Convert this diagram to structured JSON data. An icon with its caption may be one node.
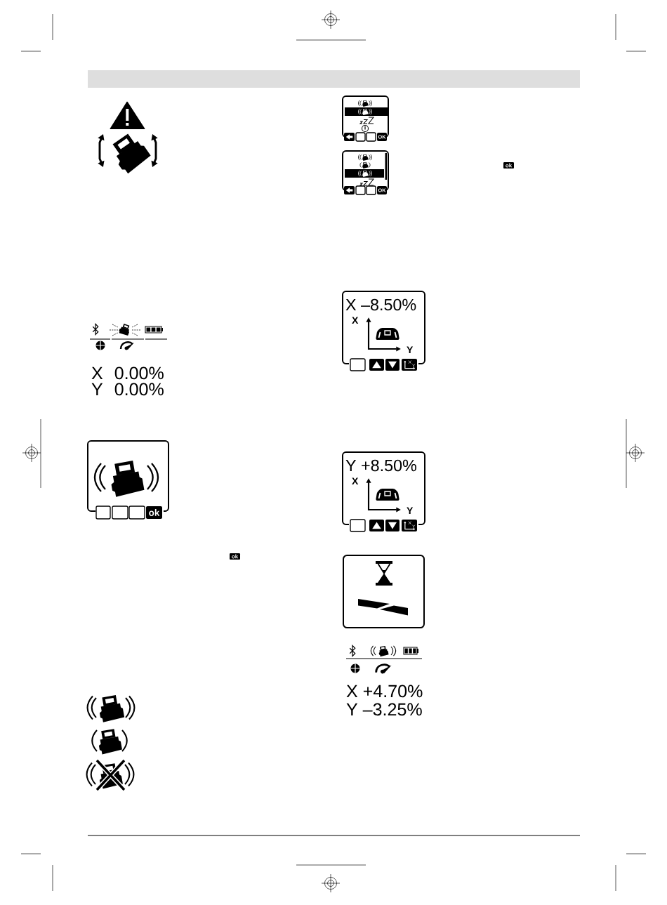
{
  "diagram": {
    "nodes": [
      {
        "text": [
          "ok"
        ]
      },
      {
        "text": [
          "OK"
        ]
      },
      {
        "text": [
          "OK"
        ]
      },
      {
        "text": [
          "X –8.50%",
          "X",
          "Y"
        ]
      },
      {
        "text": [
          "Y +8.50%",
          "X",
          "Y"
        ]
      },
      {
        "text": [],
        "shape": "box"
      }
    ],
    "labels": [
      "X 0.00%",
      "Y 0.00%",
      "ok",
      "ok",
      "X +4.70%",
      "Y –3.25%"
    ]
  }
}
